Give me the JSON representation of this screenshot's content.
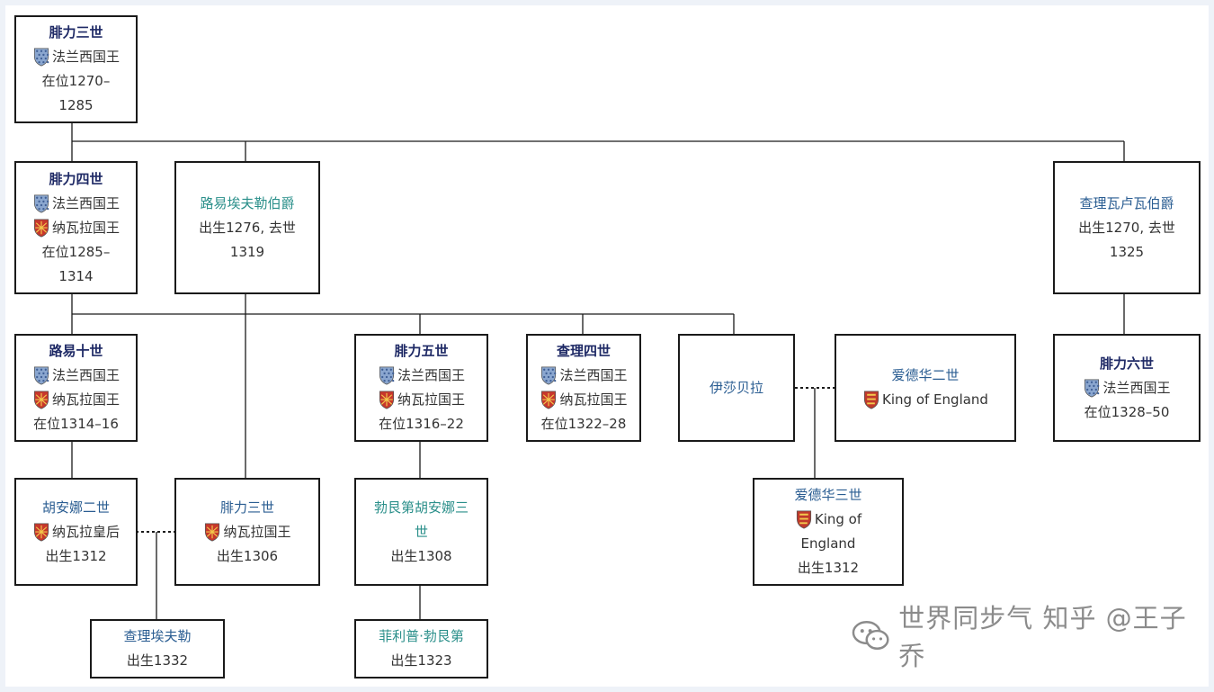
{
  "colors": {
    "france_shield": "#8aa6cf",
    "navarre_shield": "#c8372b",
    "england_shield": "#c0392b",
    "name_link": "#1f2a66",
    "teal_link": "#2a8f8a",
    "blue_link": "#2a5d92",
    "border": "#1a1a1a"
  },
  "icons": {
    "france": "france-shield-icon",
    "navarre": "navarre-shield-icon",
    "england": "england-shield-icon"
  },
  "nodes": {
    "philip3": {
      "name": "腓力三世",
      "role": "法兰西国王",
      "reign_a": "在位1270–",
      "reign_b": "1285"
    },
    "philip4": {
      "name": "腓力四世",
      "role1": "法兰西国王",
      "role2": "纳瓦拉国王",
      "reign_a": "在位1285–",
      "reign_b": "1314"
    },
    "louis_evreux": {
      "name": "路易埃夫勒伯爵",
      "life_a": "出生1276, 去世",
      "life_b": "1319"
    },
    "charles_valois": {
      "name": "查理瓦卢瓦伯爵",
      "life_a": "出生1270, 去世",
      "life_b": "1325"
    },
    "louis10": {
      "name": "路易十世",
      "role1": "法兰西国王",
      "role2": "纳瓦拉国王",
      "reign": "在位1314–16"
    },
    "philip5": {
      "name": "腓力五世",
      "role1": "法兰西国王",
      "role2": "纳瓦拉国王",
      "reign": "在位1316–22"
    },
    "charles4": {
      "name": "查理四世",
      "role1": "法兰西国王",
      "role2": "纳瓦拉国王",
      "reign": "在位1322–28"
    },
    "isabella": {
      "name": "伊莎贝拉"
    },
    "edward2": {
      "name": "爱德华二世",
      "role": "King of England"
    },
    "philip6": {
      "name": "腓力六世",
      "role": "法兰西国王",
      "reign": "在位1328–50"
    },
    "joan2": {
      "name": "胡安娜二世",
      "role": "纳瓦拉皇后",
      "life": "出生1312"
    },
    "philip3_navarre": {
      "name": "腓力三世",
      "role": "纳瓦拉国王",
      "life": "出生1306"
    },
    "joan_burgundy": {
      "name_a": "勃艮第胡安娜三",
      "name_b": "世",
      "life": "出生1308"
    },
    "edward3": {
      "name": "爱德华三世",
      "role_a": "King of",
      "role_b": "England",
      "life": "出生1312"
    },
    "charles_evreux": {
      "name": "查理埃夫勒",
      "life": "出生1332"
    },
    "philip_burgundy": {
      "name": "菲利普·勃艮第",
      "life": "出生1323"
    }
  },
  "watermark": {
    "text": "世界同步气 知乎 @王子乔"
  }
}
